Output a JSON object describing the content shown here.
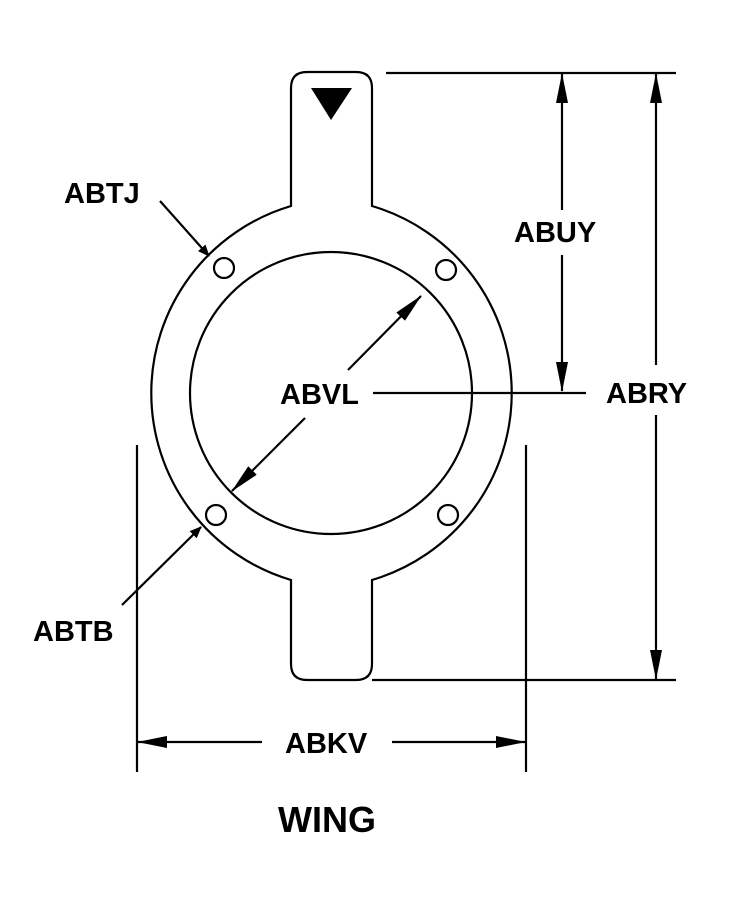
{
  "title": "WING",
  "labels": {
    "abtj": "ABTJ",
    "abuy": "ABUY",
    "abvl": "ABVL",
    "abry": "ABRY",
    "abtb": "ABTB",
    "abkv": "ABKV"
  },
  "colors": {
    "line": "#000000",
    "background": "#ffffff"
  }
}
